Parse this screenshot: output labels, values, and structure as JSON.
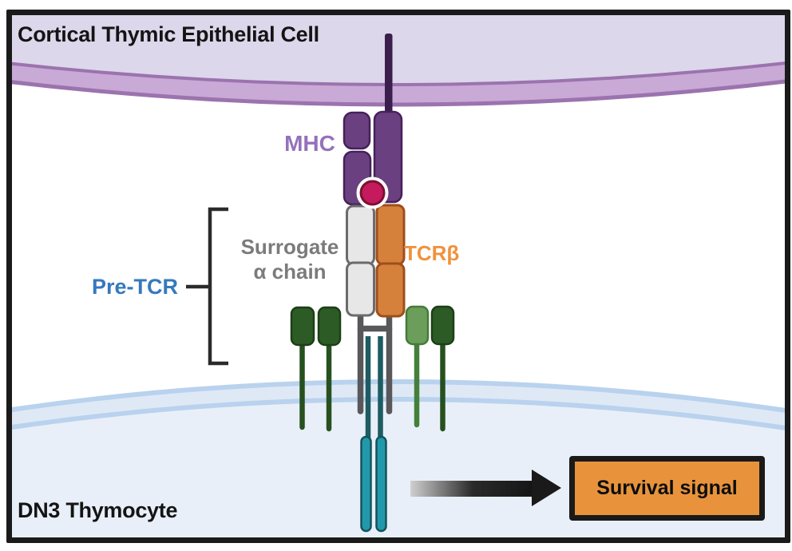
{
  "cell_labels": {
    "top": "Cortical Thymic Epithelial Cell",
    "bottom": "DN3 Thymocyte"
  },
  "molecule_labels": {
    "mhc": "MHC",
    "surrogate_line1": "Surrogate",
    "surrogate_line2": "α chain",
    "tcrb": "TCRβ",
    "pretcr": "Pre-TCR"
  },
  "signal": {
    "survival_label": "Survival signal"
  },
  "colors": {
    "frame": "#1a1a1a",
    "text-dark": "#141414",
    "top-cell": "#dcd7eb",
    "mem-purple-fill": "#c9a9d6",
    "mem-purple-line": "#9b73ae",
    "bottom-cell": "#e9eff8",
    "mem-blue-fill": "#dfe9f6",
    "mem-blue-line": "#b9d2ee",
    "purple": "#6b4080",
    "purple-dark": "#45215a",
    "stalk": "#3c1e4d",
    "mhc-label": "#9472bb",
    "peptide": "#c51a5e",
    "peptide-dark": "#7d1030",
    "gray-fill": "#e7e7e7",
    "gray-dark": "#6b6b6b",
    "gray-label": "#7b7b7b",
    "orange-fill": "#d5813c",
    "orange-dark": "#9e4e1c",
    "orange-label": "#f0923c",
    "blue-label": "#3579be",
    "bracket": "#2b2b2b",
    "green-dark": "#2d5b26",
    "green-dark-border": "#1c3f16",
    "green-light": "#6b9e5a",
    "green-light-border": "#477a39",
    "stem-green-dark": "#26511f",
    "stem-green-mid": "#44803a",
    "stem-gray": "#58585a",
    "teal-thin": "#1e5b62",
    "teal-fill": "#2299ab",
    "teal-dark": "#14545c",
    "box-orange": "#e8933c"
  }
}
